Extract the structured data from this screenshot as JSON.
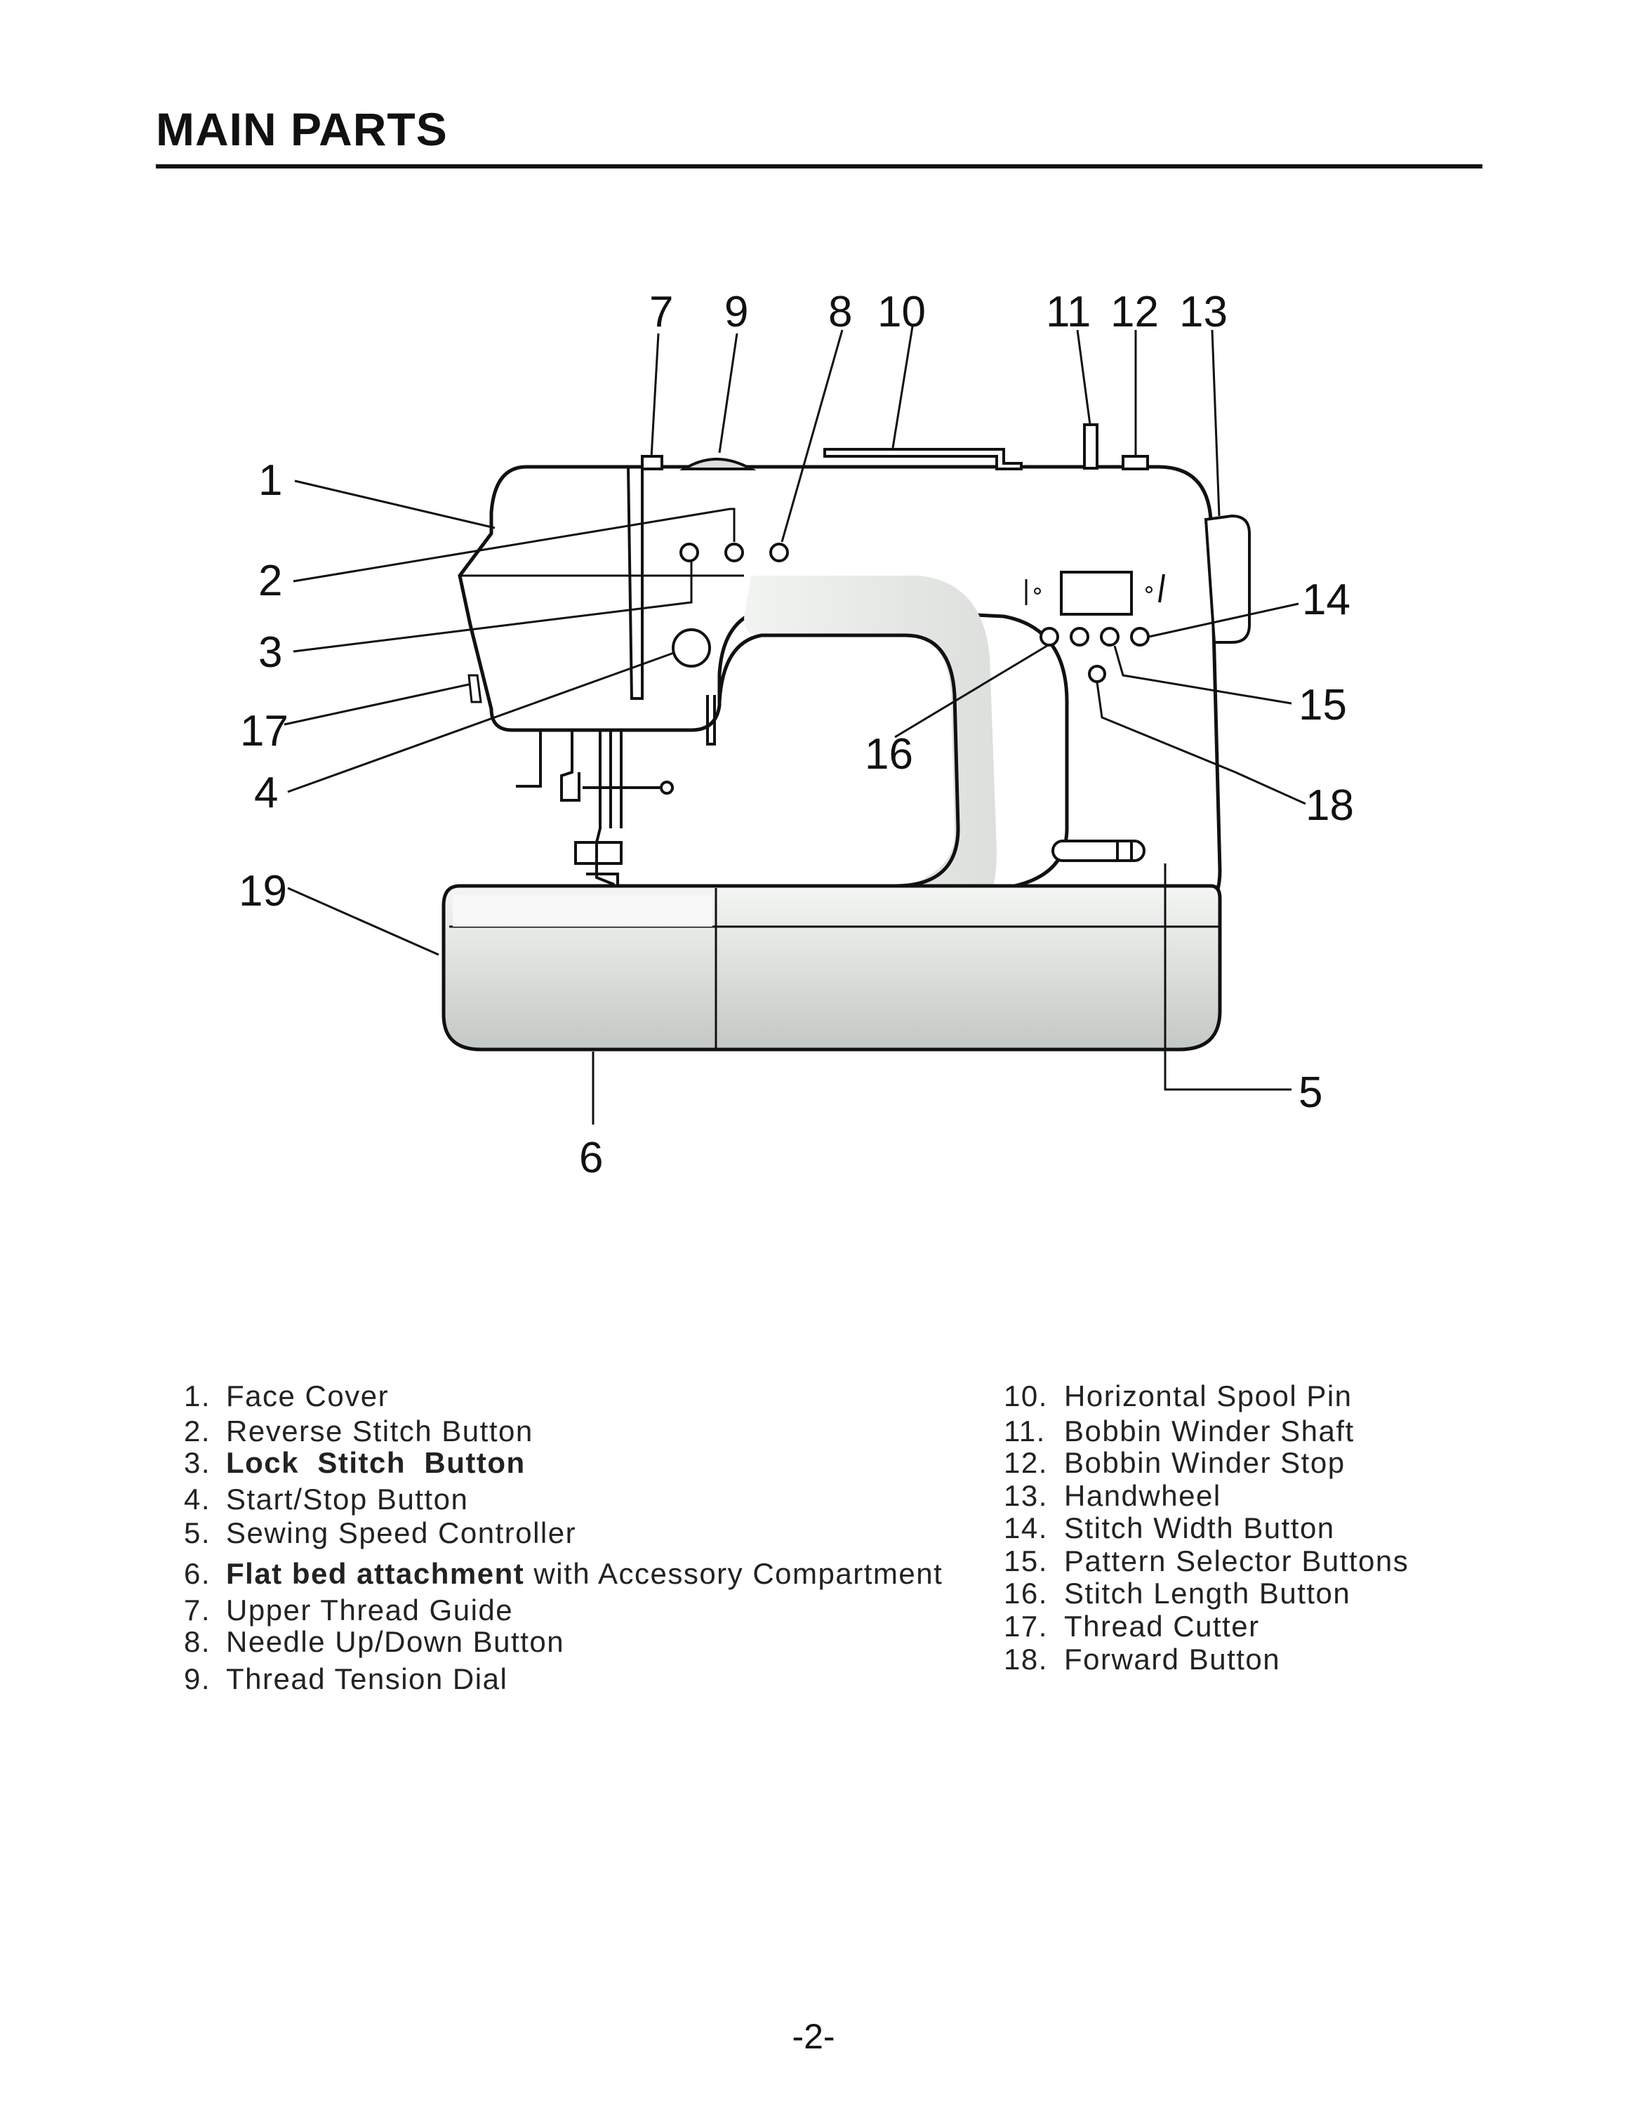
{
  "title": "MAIN PARTS",
  "callouts": [
    "1",
    "2",
    "3",
    "4",
    "5",
    "6",
    "7",
    "8",
    "9",
    "10",
    "11",
    "12",
    "13",
    "14",
    "15",
    "16",
    "17",
    "18",
    "19"
  ],
  "parts_left": [
    {
      "num": "1.",
      "label": "Face Cover"
    },
    {
      "num": "2.",
      "label": "Reverse Stitch Button"
    },
    {
      "num": "3.",
      "label": "Lock  Stitch  Button"
    },
    {
      "num": "4.",
      "label": "Start/Stop Button"
    },
    {
      "num": "5.",
      "label": "Sewing Speed Controller"
    },
    {
      "num": "6.",
      "label_bold": "Flat bed attachment",
      "label_rest": " with Accessory Compartment"
    },
    {
      "num": "7.",
      "label": "Upper Thread Guide"
    },
    {
      "num": "8.",
      "label": "Needle Up/Down Button"
    },
    {
      "num": "9.",
      "label": "Thread Tension Dial"
    }
  ],
  "parts_right": [
    {
      "num": "10.",
      "label": "Horizontal Spool Pin"
    },
    {
      "num": "11.",
      "label": "Bobbin Winder Shaft"
    },
    {
      "num": "12.",
      "label": "Bobbin Winder Stop"
    },
    {
      "num": "13.",
      "label": "Handwheel"
    },
    {
      "num": "14.",
      "label": "Stitch Width Button"
    },
    {
      "num": "15.",
      "label": "Pattern Selector Buttons"
    },
    {
      "num": "16.",
      "label": "Stitch Length Button"
    },
    {
      "num": "17.",
      "label": "Thread Cutter"
    },
    {
      "num": "18.",
      "label": "Forward Button"
    }
  ],
  "page_number": "-2-"
}
